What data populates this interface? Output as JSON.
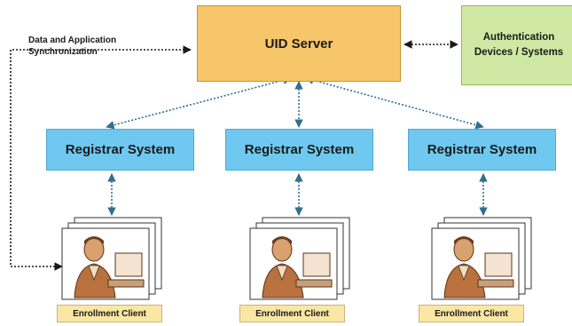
{
  "diagram": {
    "uid_server": "UID Server",
    "auth_devices": "Authentication\nDevices / Systems",
    "sync_label": "Data and Application\nSynchronization",
    "registrars": [
      {
        "label": "Registrar System"
      },
      {
        "label": "Registrar System"
      },
      {
        "label": "Registrar System"
      }
    ],
    "clients": [
      {
        "label": "Enrollment Client"
      },
      {
        "label": "Enrollment Client"
      },
      {
        "label": "Enrollment Client"
      }
    ],
    "icons": [
      "enrollment-operator-icon"
    ]
  }
}
